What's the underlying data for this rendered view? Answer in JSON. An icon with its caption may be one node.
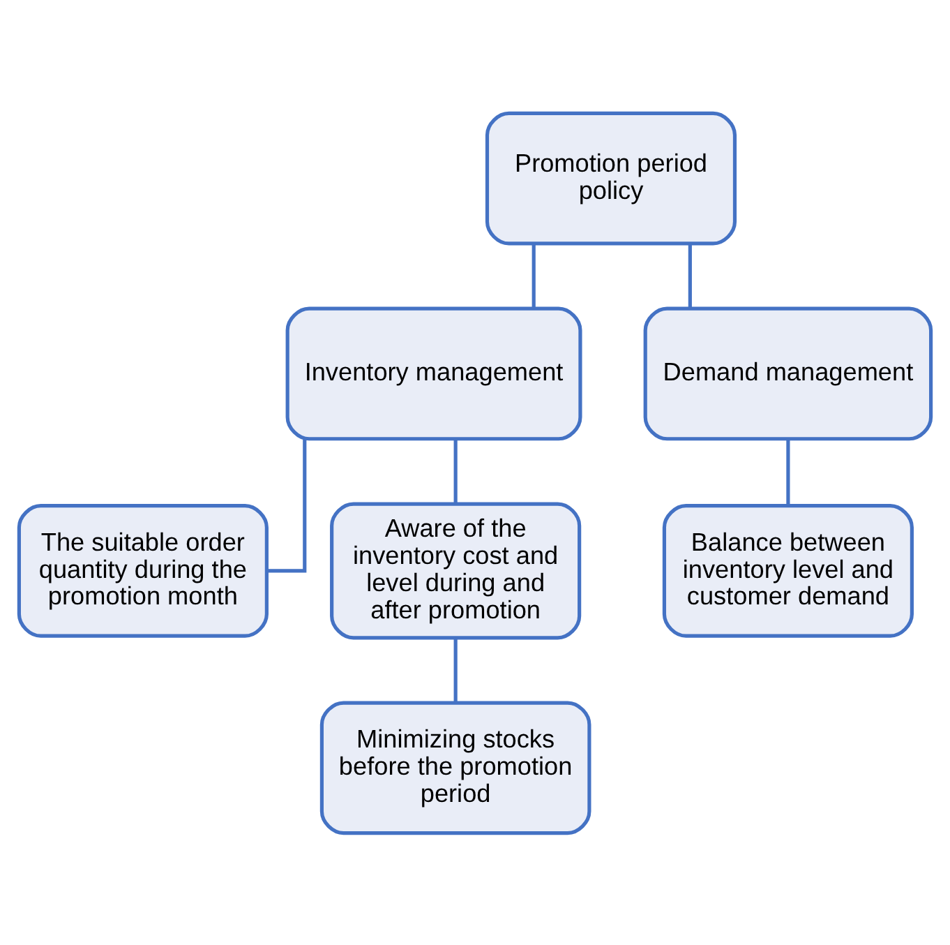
{
  "diagram": {
    "nodes": [
      {
        "text": [
          "Promotion period policy"
        ]
      },
      {
        "text": [
          "Inventory management"
        ]
      },
      {
        "text": [
          "Demand management"
        ]
      },
      {
        "text": [
          "The suitable order quantity during the promotion month"
        ]
      },
      {
        "text": [
          "Aware of the inventory cost and level during and after promotion"
        ]
      },
      {
        "text": [
          "Balance between inventory level and customer demand"
        ]
      },
      {
        "text": [
          "Minimizing stocks before the promotion period"
        ]
      }
    ],
    "edges": [
      {
        "from": 0,
        "to": 1,
        "arrow": "none"
      },
      {
        "from": 0,
        "to": 2,
        "arrow": "none"
      },
      {
        "from": 1,
        "to": 3,
        "arrow": "none"
      },
      {
        "from": 1,
        "to": 4,
        "arrow": "none"
      },
      {
        "from": 2,
        "to": 5,
        "arrow": "none"
      },
      {
        "from": 4,
        "to": 6,
        "arrow": "none"
      }
    ]
  }
}
